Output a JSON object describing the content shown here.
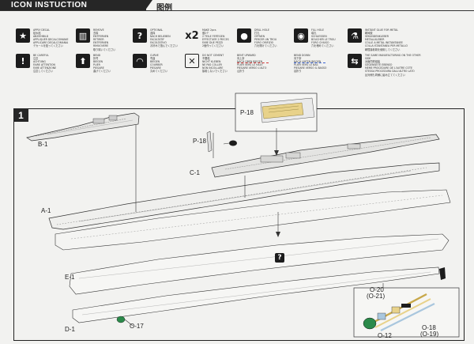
{
  "header": {
    "title": "ICON INSTUCTION",
    "cn_title": "图例"
  },
  "icons": [
    {
      "name": "apply-decal",
      "glyph": "★",
      "style": "solid",
      "text": "APPLY DECAL\n贴水贴\nABZIEHBILD\nAPPLIQUER DECALCOMANIE\nAPPLICARE DECALCOMANIA\nデカールを貼ってください"
    },
    {
      "name": "remove",
      "glyph": "▥",
      "style": "solid",
      "text": "REMOVE\n去除\nENTFERNEN\nRETIRER\nENTFERNEN\nRIMUOVERE\n取り除いてください"
    },
    {
      "name": "optional",
      "glyph": "?",
      "style": "solid",
      "text": "OPTIONAL\n选择\nNACH BELIEBEN\nFACULTATIF\nFACOLTATIVO\nお好みで選んでください"
    },
    {
      "name": "make-two",
      "glyph": "x2",
      "style": "text",
      "text": "MAKE 2pcs\n做2个\n2 TEILE FERTIGEN\nEFFECTUER 2 PIECES\nFARE DUE PEZZI\n2個作ってください"
    },
    {
      "name": "drill-hole",
      "glyph": "●",
      "style": "solid",
      "text": "DRILL HOLE\n打孔\nOFFNEN\nPERCER UN TROU\nFORO ORIFIZIO\n穴を開けてください"
    },
    {
      "name": "fill-hole",
      "glyph": "◉",
      "style": "solid",
      "text": "FILL HOLE\n填孔\nSCHLIESSEN\nBOUCHER LE TROU\nFORO CHIUSO\n穴を埋めてください"
    },
    {
      "name": "instant-glue",
      "glyph": "⚗",
      "style": "solid",
      "text": "INSTANT GLUE FOR METAL\n瞬间胶\nSEKUNDENKLEBER\nMETALLKLEBER\nCOLLE A METAL INSTANTANEE\nCOLLA ISTANTANEA PER METALLO\n瞬間接着剤を使用してください"
    },
    {
      "name": "be-careful",
      "glyph": "!",
      "style": "solid",
      "text": "BE CAREFUL\n注意\nACHTUNG\nFAIRE ATTENTION\nFARE ATTENZIONE\n注意してください"
    },
    {
      "name": "bend",
      "glyph": "⬆",
      "style": "solid",
      "text": "BEND\n折弯\nBIEGEN\nPLIER\nPIEGARE\n曲げてください"
    },
    {
      "name": "curve",
      "glyph": "◠",
      "style": "solid",
      "text": "CURVE\n弯曲\nBIEGEN\nCOURBER\nPIEGARE\n丸めてください"
    },
    {
      "name": "do-not-cement",
      "glyph": "✕",
      "style": "outline",
      "text": "DO NOT CEMENT\n不要粘\nNICHT KLEBEN\nNE PAS COLLER\nNON INCOLLARE\n接着しないでください"
    },
    {
      "name": "bent-upward",
      "glyph": "",
      "style": "line-red",
      "text": "BENT UPWARD\n向上折\nNACH OBEN BIEGEN\nPLIER VERS LE HAUT\nPIEGARE VERSO L'ALTO\n山折り"
    },
    {
      "name": "bend-down",
      "glyph": "",
      "style": "line-blue",
      "text": "BEND DOWN\n向下折\nNACH UNTEN BIEGEN\nPLIER VERS LE BAS\nPIEGARE VERSO IL BASSO\n谷折り"
    },
    {
      "name": "other-side",
      "glyph": "⇆",
      "style": "solid",
      "text": "THE SAME MANUFACTURING ON THE OTHER SIDE\n对面同样组装\nGEGENSEITE EBENSO\nMEME PROCEDURE DE L'AUTRE COTE\nSTESSA PROCEDURA DALL'ALTRO LATO\n反対側も同様に組み立ててください"
    }
  ],
  "step": {
    "number": "1"
  },
  "parts": {
    "b1": "B-1",
    "p18_detail": "P-18",
    "p18": "P-18",
    "c1": "C-1",
    "a1": "A-1",
    "e1": "E-1",
    "d1": "D-1",
    "o17": "O-17",
    "o20": "O-20",
    "o21": "(O-21)",
    "o18": "O-18",
    "o19": "(O-19)",
    "o12": "O-12"
  },
  "step_optional": {
    "glyph": "?"
  },
  "colors": {
    "dark": "#262626",
    "paper": "#f2f2f0",
    "accent_yellow": "#e8d28a",
    "accent_blue": "#a9c7de",
    "accent_green": "#2b8a4a",
    "legend_red": "#d23b3b",
    "legend_blue": "#3b63d2"
  }
}
